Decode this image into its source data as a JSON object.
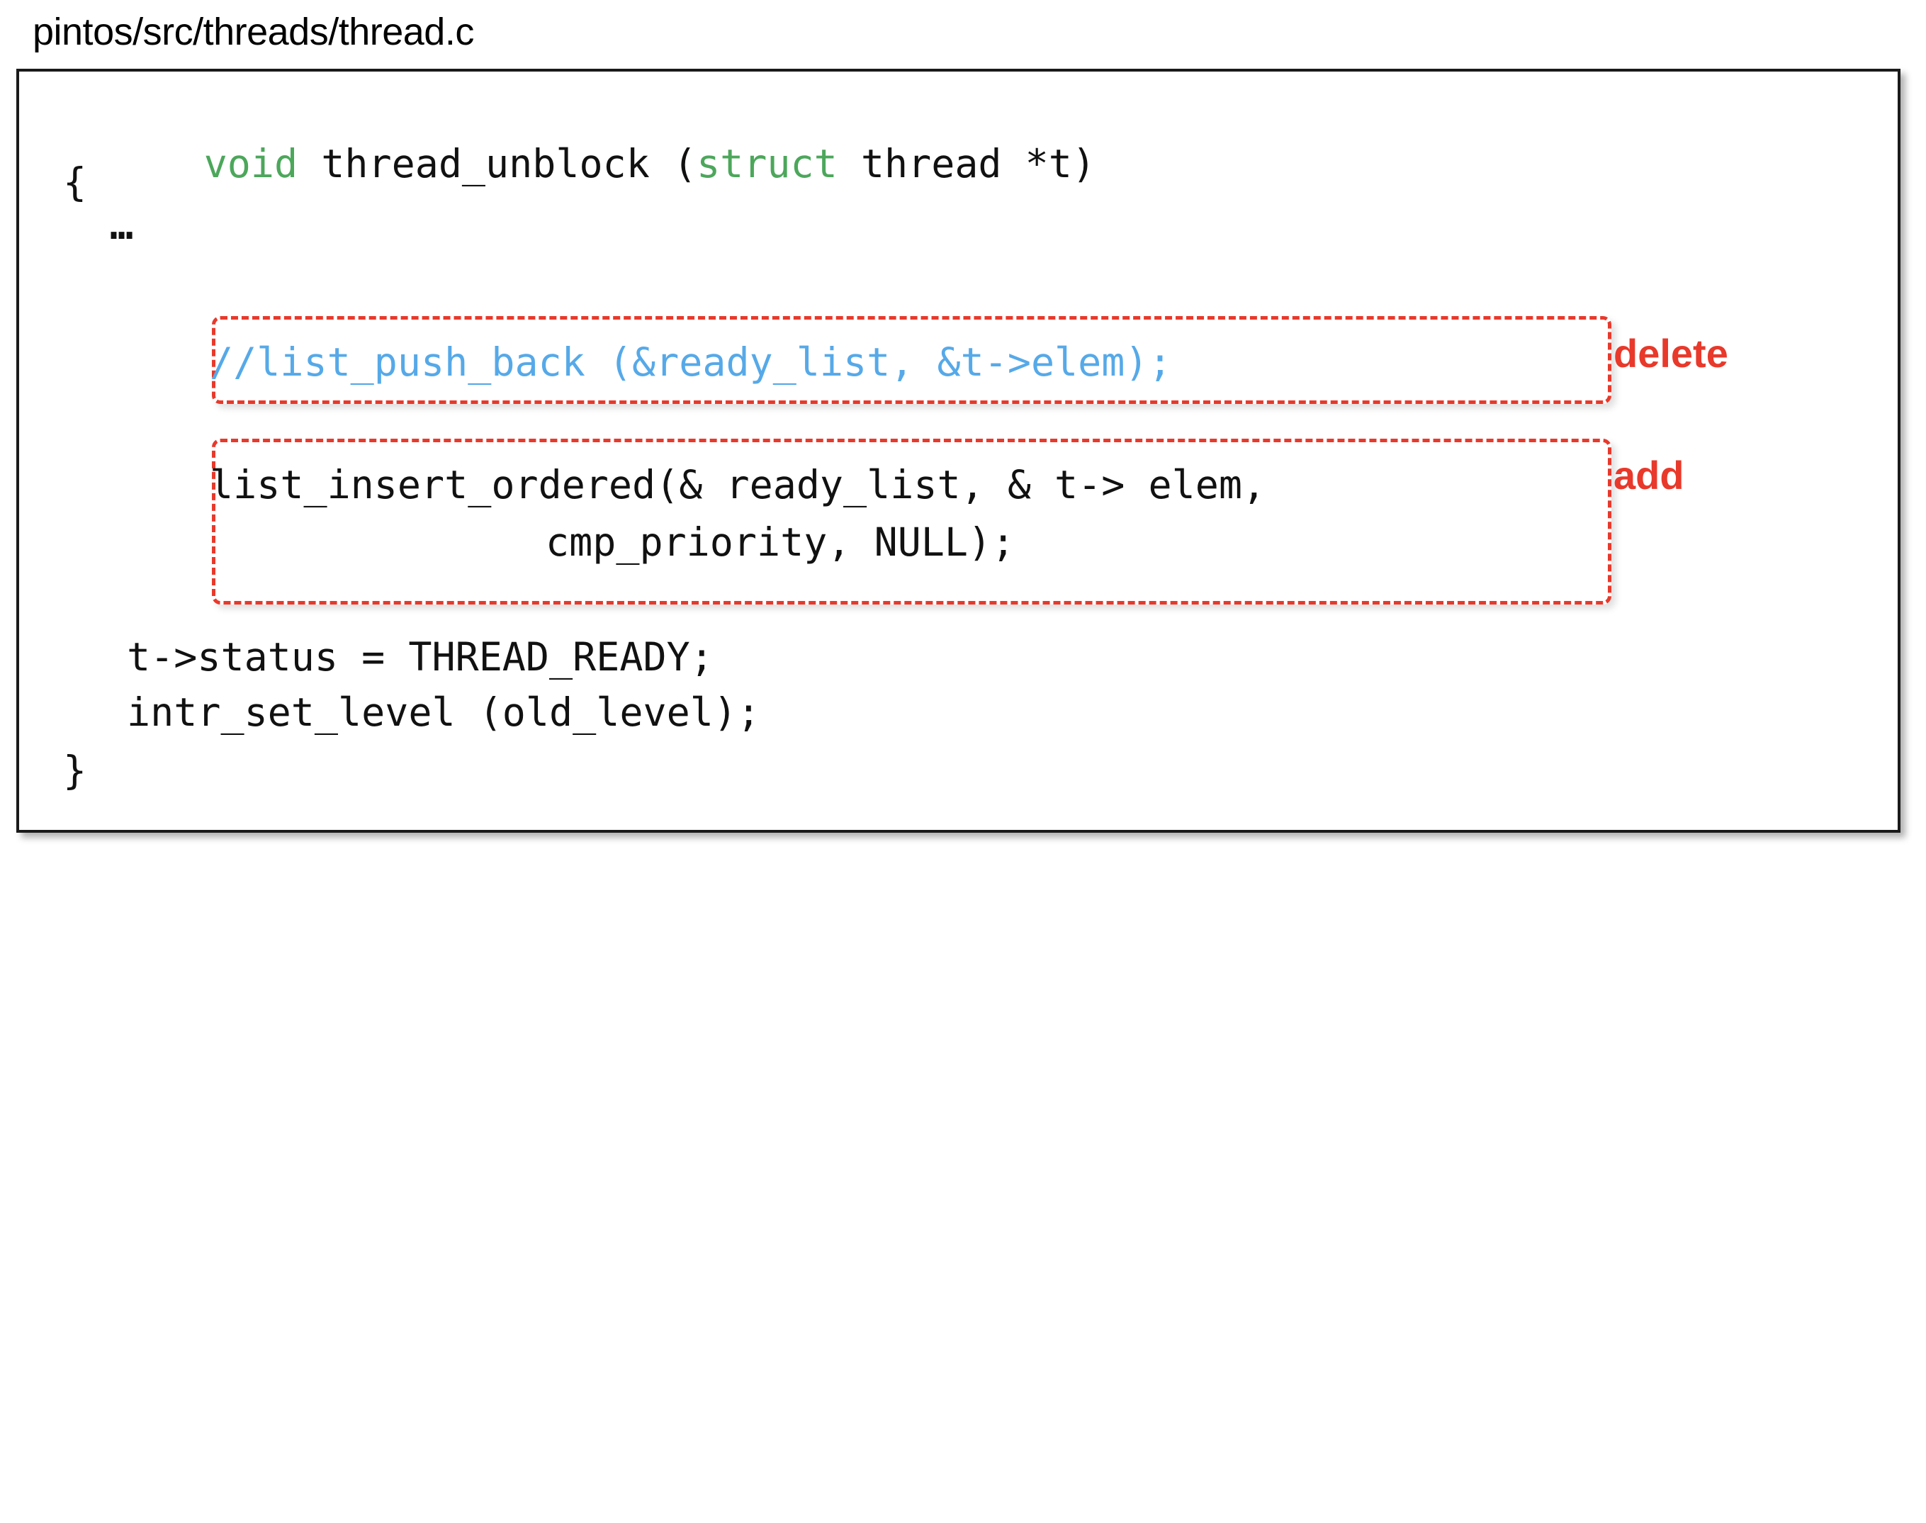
{
  "caption": {
    "file_path": "pintos/src/threads/thread.c"
  },
  "colors": {
    "keyword_green": "#4CA75B",
    "comment_blue": "#56A9E8",
    "annotation_red": "#E8392B",
    "frame_black": "#1a1a1a",
    "background": "#ffffff"
  },
  "code": {
    "language": "c",
    "function_name": "thread_unblock",
    "lines": {
      "signature_keyword_return": "void",
      "signature_mid": " thread_unblock (",
      "signature_keyword_struct": "struct",
      "signature_tail": " thread *t)",
      "open_brace": "{",
      "ellipsis": "…",
      "status_assign": "t->status = THREAD_READY;",
      "intr_set_level": "intr_set_level (old_level);",
      "close_brace": "}"
    }
  },
  "annotations": [
    {
      "id": "delete",
      "label": "delete",
      "kind": "removed-line",
      "code": "//list_push_back (&ready_list, &t->elem);"
    },
    {
      "id": "add",
      "label": "add",
      "kind": "added-line",
      "code_line_1": "list_insert_ordered(& ready_list, & t-> elem,",
      "code_line_2": "cmp_priority, NULL);"
    }
  ]
}
